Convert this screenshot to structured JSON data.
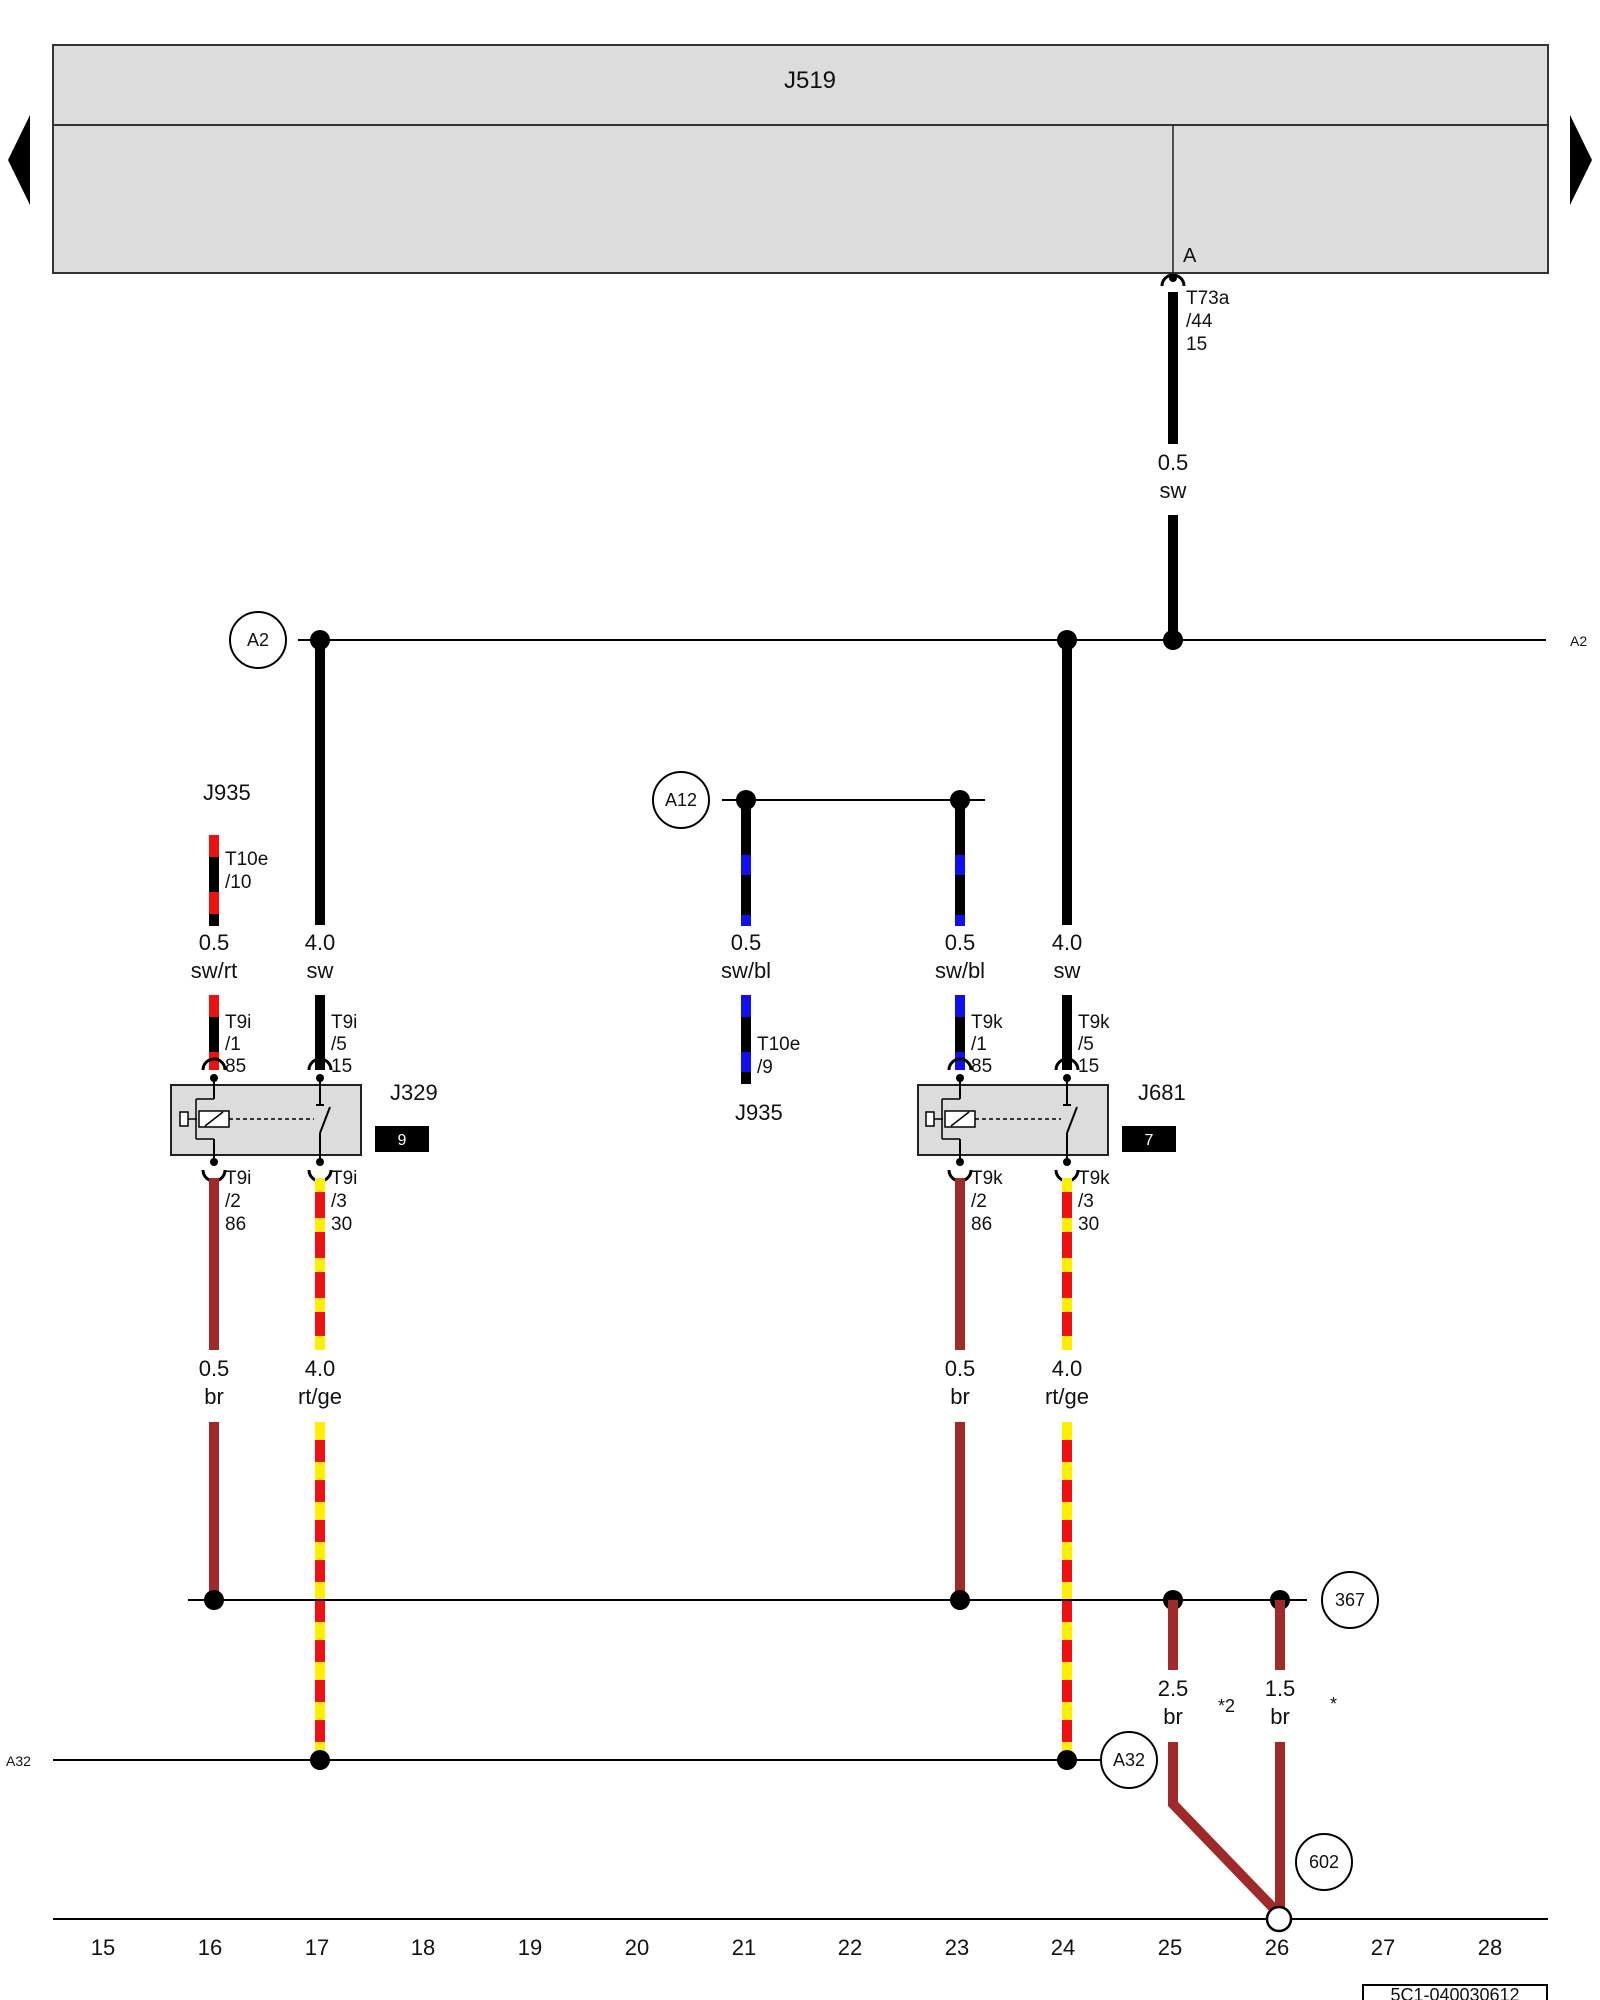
{
  "header": {
    "module": "J519",
    "connection_point": "A",
    "connector": [
      "T73a",
      "/44",
      "15"
    ]
  },
  "nav": {
    "prev": "previous-page-arrow",
    "next": "next-page-arrow"
  },
  "references": {
    "a2_left": "A2",
    "a2_right": "A2",
    "a12": "A12",
    "a32_left": "A32",
    "a32_right": "A32",
    "r367": "367",
    "r602": "602"
  },
  "components": {
    "j935_top": "J935",
    "j935_mid": "J935",
    "j329": "J329",
    "j681": "J681",
    "j329_slot": "9",
    "j681_slot": "7"
  },
  "wires": {
    "top": [
      "0.5",
      "sw"
    ],
    "col16_top": [
      "0.5",
      "sw/rt"
    ],
    "col17_top": [
      "4.0",
      "sw"
    ],
    "col21_top": [
      "0.5",
      "sw/bl"
    ],
    "col23_top": [
      "0.5",
      "sw/bl"
    ],
    "col24_top": [
      "4.0",
      "sw"
    ],
    "col16_bot": [
      "0.5",
      "br"
    ],
    "col17_bot": [
      "4.0",
      "rt/ge"
    ],
    "col23_bot": [
      "0.5",
      "br"
    ],
    "col24_bot": [
      "4.0",
      "rt/ge"
    ],
    "col25_bot": [
      "2.5",
      "br"
    ],
    "col26_bot": [
      "1.5",
      "br"
    ]
  },
  "pins": {
    "t10e_10": [
      "T10e",
      "/10"
    ],
    "t10e_9": [
      "T10e",
      "/9"
    ],
    "j329_85": [
      "T9i",
      "/1",
      "85"
    ],
    "j329_15": [
      "T9i",
      "/5",
      "15"
    ],
    "j329_86": [
      "T9i",
      "/2",
      "86"
    ],
    "j329_30": [
      "T9i",
      "/3",
      "30"
    ],
    "j681_85": [
      "T9k",
      "/1",
      "85"
    ],
    "j681_15": [
      "T9k",
      "/5",
      "15"
    ],
    "j681_86": [
      "T9k",
      "/2",
      "86"
    ],
    "j681_30": [
      "T9k",
      "/3",
      "30"
    ]
  },
  "notes": {
    "star2": "*2",
    "star": "*"
  },
  "columns": [
    "15",
    "16",
    "17",
    "18",
    "19",
    "20",
    "21",
    "22",
    "23",
    "24",
    "25",
    "26",
    "27",
    "28"
  ],
  "doc_code": "5C1-040030612",
  "colors": {
    "sw": "#000000",
    "rt": "#ee1111",
    "ge": "#ffee00",
    "bl": "#1010ee",
    "br": "#a02a2a",
    "panel": "#dcdcdc"
  }
}
